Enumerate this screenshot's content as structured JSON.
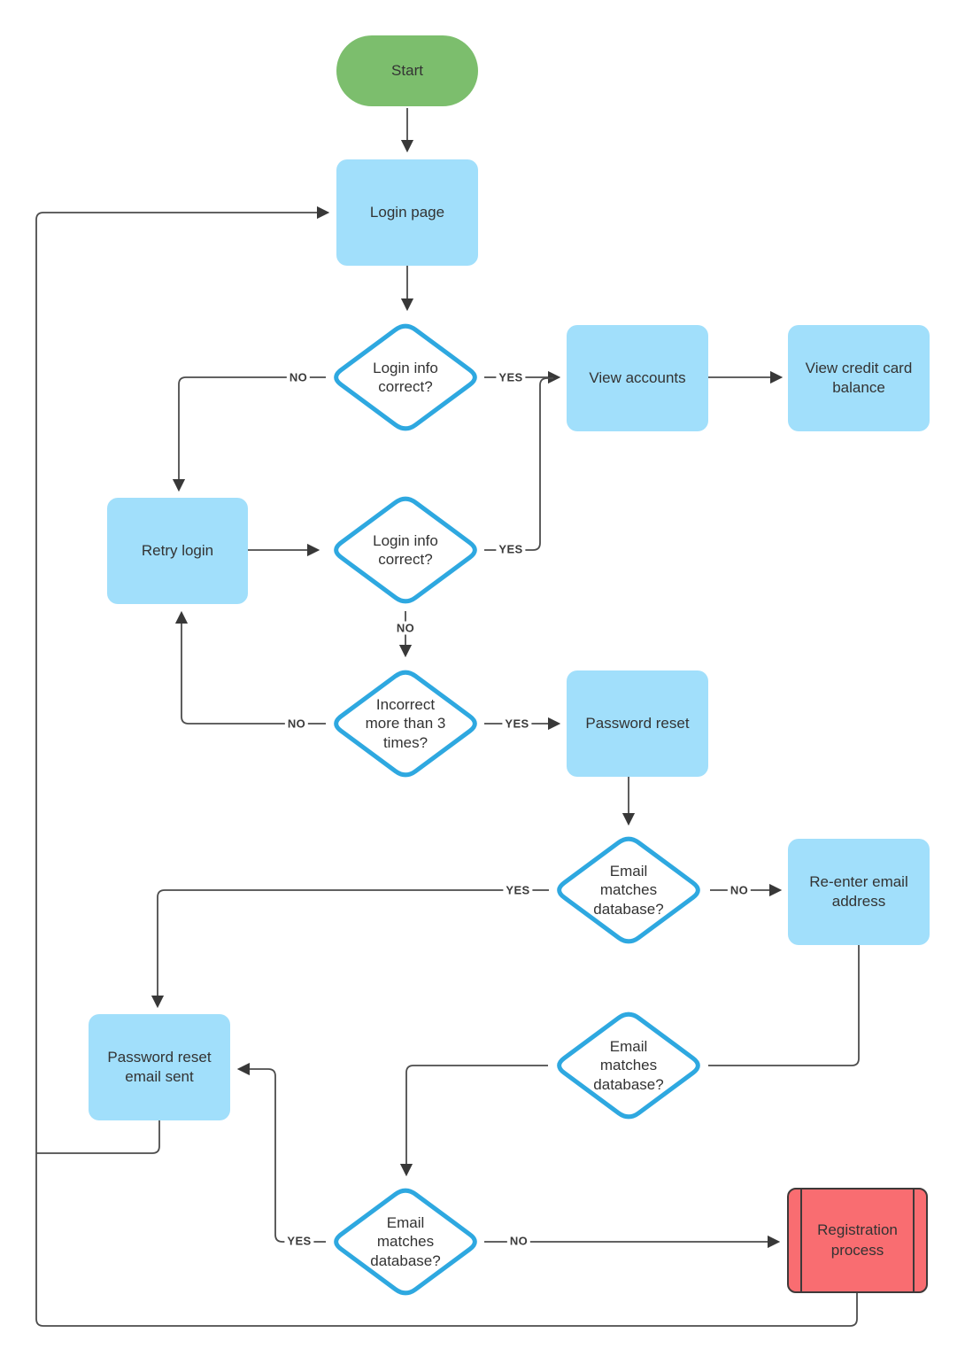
{
  "nodes": {
    "start": {
      "label": "Start"
    },
    "login_page": {
      "label": "Login page"
    },
    "login_check_1": {
      "label": "Login info correct?"
    },
    "view_accounts": {
      "label": "View accounts"
    },
    "view_credit_balance": {
      "label": "View credit card balance"
    },
    "retry_login": {
      "label": "Retry login"
    },
    "login_check_2": {
      "label": "Login info correct?"
    },
    "incorrect_3_times": {
      "label": "Incorrect more than 3 times?"
    },
    "password_reset": {
      "label": "Password reset"
    },
    "email_check_1": {
      "label": "Email matches database?"
    },
    "reenter_email": {
      "label": "Re-enter email address"
    },
    "password_reset_email_sent": {
      "label": "Password reset email sent"
    },
    "email_check_2": {
      "label": "Email matches database?"
    },
    "email_check_3": {
      "label": "Email matches database?"
    },
    "registration": {
      "label": "Registration process"
    }
  },
  "edge_labels": {
    "d1_no": "NO",
    "d1_yes": "YES",
    "d2_no": "NO",
    "d2_yes": "YES",
    "d3_no": "NO",
    "d3_yes": "YES",
    "d4_no": "NO",
    "d4_yes": "YES",
    "d6_no": "NO",
    "d6_yes": "YES"
  },
  "colors": {
    "process_fill": "#A1DFFB",
    "start_fill": "#7CBE6D",
    "decision_stroke": "#2EA8E0",
    "decision_fill": "#FFFFFF",
    "end_fill": "#F96D71",
    "end_stroke": "#3E3939",
    "connector": "#4C4C4C",
    "text": "#333333"
  }
}
